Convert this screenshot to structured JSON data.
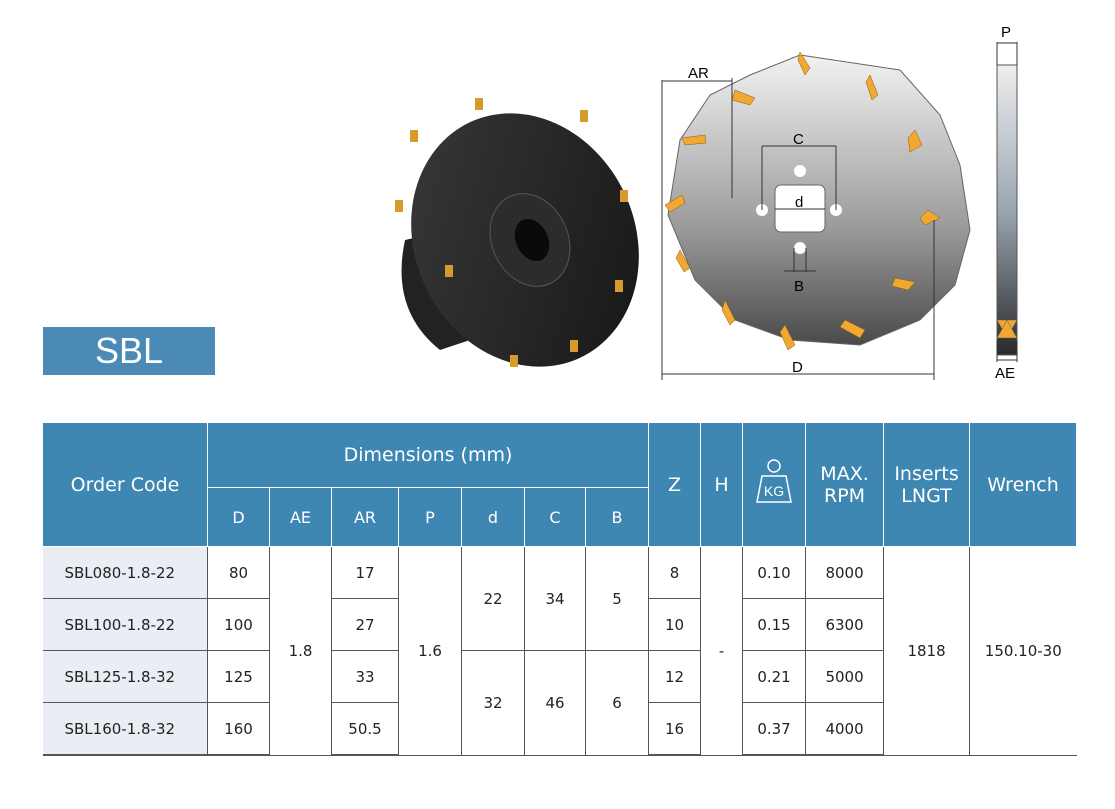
{
  "badge": "SBL",
  "drawing": {
    "ar": "AR",
    "c": "C",
    "d_small": "d",
    "b": "B",
    "d": "D",
    "p": "P",
    "ae": "AE"
  },
  "table": {
    "headers": {
      "order_code": "Order Code",
      "dimensions": "Dimensions (mm)",
      "z": "Z",
      "h": "H",
      "weight_icon_label": "KG",
      "max_rpm": [
        "MAX.",
        "RPM"
      ],
      "inserts": [
        "Inserts",
        "LNGT"
      ],
      "wrench": "Wrench"
    },
    "dim_cols": [
      "D",
      "AE",
      "AR",
      "P",
      "d",
      "C",
      "B"
    ],
    "rows": [
      {
        "code": "SBL080-1.8-22",
        "D": "80",
        "AR": "17",
        "Z": "8",
        "kg": "0.10",
        "rpm": "8000"
      },
      {
        "code": "SBL100-1.8-22",
        "D": "100",
        "AR": "27",
        "Z": "10",
        "kg": "0.15",
        "rpm": "6300"
      },
      {
        "code": "SBL125-1.8-32",
        "D": "125",
        "AR": "33",
        "Z": "12",
        "kg": "0.21",
        "rpm": "5000"
      },
      {
        "code": "SBL160-1.8-32",
        "D": "160",
        "AR": "50.5",
        "Z": "16",
        "kg": "0.37",
        "rpm": "4000"
      }
    ],
    "merged": {
      "AE": "1.8",
      "P": "1.6",
      "d_1": "22",
      "C_1": "34",
      "B_1": "5",
      "d_2": "32",
      "C_2": "46",
      "B_2": "6",
      "H": "-",
      "inserts": "1818",
      "wrench": "150.10-30"
    }
  }
}
